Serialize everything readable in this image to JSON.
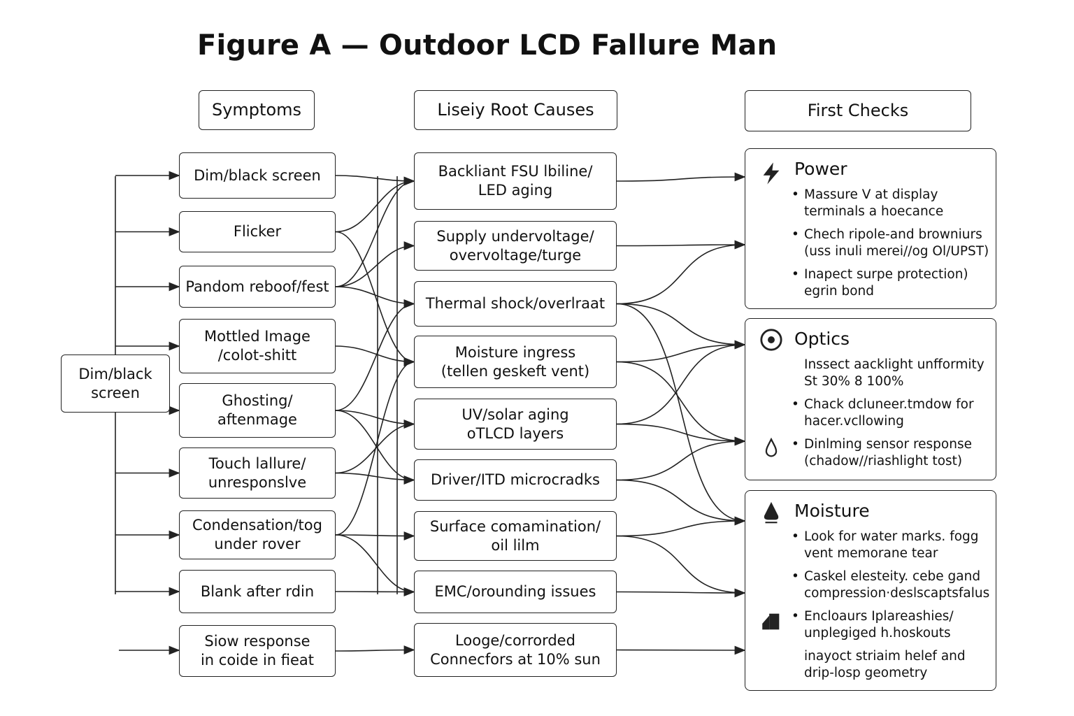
{
  "title": "Figure A — Outdoor LCD Fallure Man",
  "headers": {
    "symptoms": "Symptoms",
    "causes": "Liseiy Root Causes",
    "checks": "First Checks"
  },
  "source": "Dim/black\nscreen",
  "symptoms": [
    "Dim/black screen",
    "Flicker",
    "Pandom reboof/fest",
    "Mottled Image\n/colot-shitt",
    "Ghosting/\naftenmage",
    "Touch lallure/\nunresponslve",
    "Condensation/tog\nunder rover",
    "Blank after rdin",
    "Siow response\nin coide in fieat"
  ],
  "causes": [
    "Backliant FSU lbiline/\nLED aging",
    "Supply undervoltage/\novervoltage/turge",
    "Thermal shock/overlraat",
    "Moisture ingress\n(tellen geskeft vent)",
    "UV/solar aging\noTLCD layers",
    "Driver/ITD microcradks",
    "Surface comamination/\noil lilm",
    "EMC/orounding issues",
    "Looge/corrorded\nConnecfors at 10% sun"
  ],
  "checks": {
    "power": {
      "title": "Power",
      "icon": "lightning-icon",
      "items": [
        "Massure V at display\nterminals a hoecance",
        "Chech ripole-and browniurs\n(uss inuli merei//og Ol/UPST)",
        "Inapect surpe protection)\negrin bond"
      ]
    },
    "optics": {
      "title": "Optics",
      "icon": "target-icon",
      "items": [
        "Inssect aacklight unfformity\nSt 30% 8 100%",
        "Chack dcluneer.tmdow for\nhacer.vcllowing",
        "Dinlming sensor response\n(chadow//riashlight tost)"
      ]
    },
    "moisture": {
      "title": "Moisture",
      "icon": "water-drop-icon",
      "items": [
        "Look for water marks. fogg\nvent memorane tear",
        "Caskel elesteity. cebe gand\ncompression·deslscaptsfalus",
        "Encloaurs Iplareashies/\nunplegiged h.hoskouts",
        "inayoct striaim helef and\ndrip-losp geometry"
      ]
    }
  }
}
